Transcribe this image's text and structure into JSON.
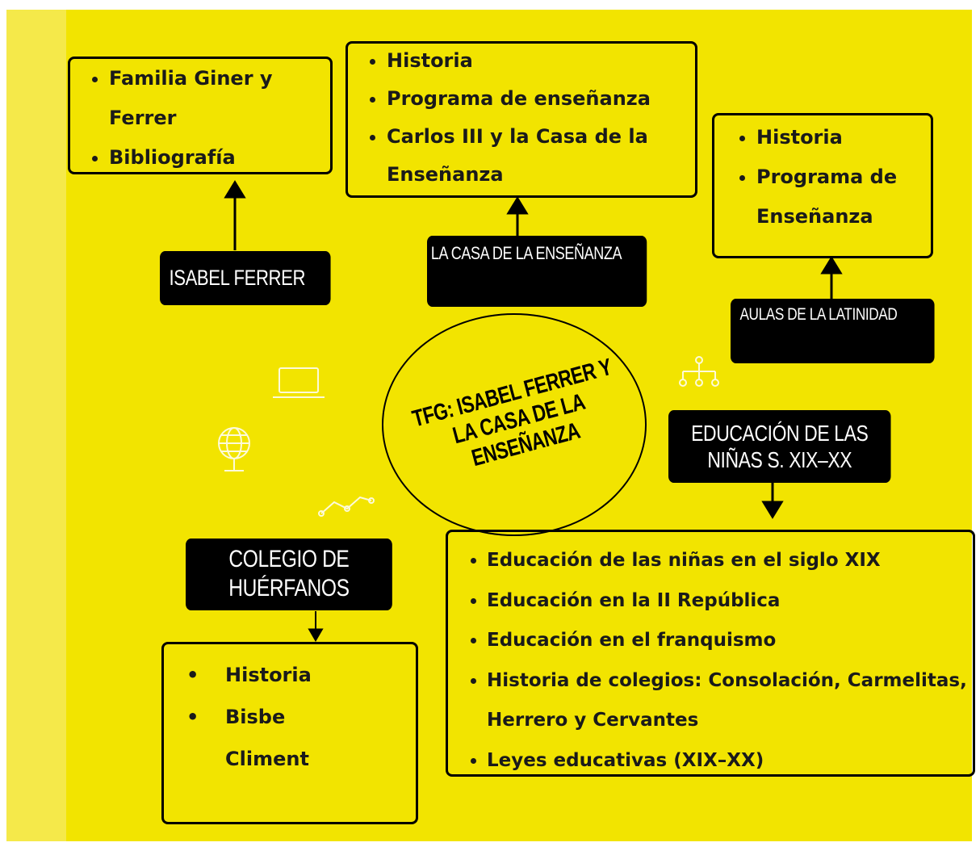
{
  "colors": {
    "background": "#f2e400",
    "label_bg": "#000000",
    "label_text": "#ffffff",
    "border": "#000000"
  },
  "center": {
    "title": "TFG: ISABEL FERRER Y LA CASA DE LA ENSEÑANZA"
  },
  "nodes": {
    "isabel_ferrer": {
      "label": "ISABEL FERRER",
      "items": [
        "Familia Giner y Ferrer",
        "Bibliografía"
      ]
    },
    "casa_ensenanza": {
      "label": "LA CASA DE LA ENSEÑANZA",
      "items": [
        "Historia",
        "Programa de enseñanza",
        "Carlos III y la Casa de la Enseñanza"
      ]
    },
    "aulas_latinidad": {
      "label": "AULAS DE LA LATINIDAD",
      "items": [
        "Historia",
        "Programa de Enseñanza"
      ]
    },
    "educacion_ninas": {
      "label_line1": "EDUCACIÓN DE LAS",
      "label_line2": "NIÑAS S. XIX–XX",
      "items": [
        "Educación de las niñas en el siglo XIX",
        "Educación en la II República",
        "Educación en el franquismo",
        "Historia de colegios: Consolación, Carmelitas, Herrero y Cervantes",
        "Leyes educativas (XIX–XX)"
      ]
    },
    "colegio_huerfanos": {
      "label_line1": "COLEGIO DE",
      "label_line2": "HUÉRFANOS",
      "items": [
        "Historia",
        "Bisbe",
        "Climent"
      ]
    }
  },
  "decor_icons": [
    "laptop-icon",
    "globe-icon",
    "line-chart-icon",
    "org-chart-icon"
  ]
}
